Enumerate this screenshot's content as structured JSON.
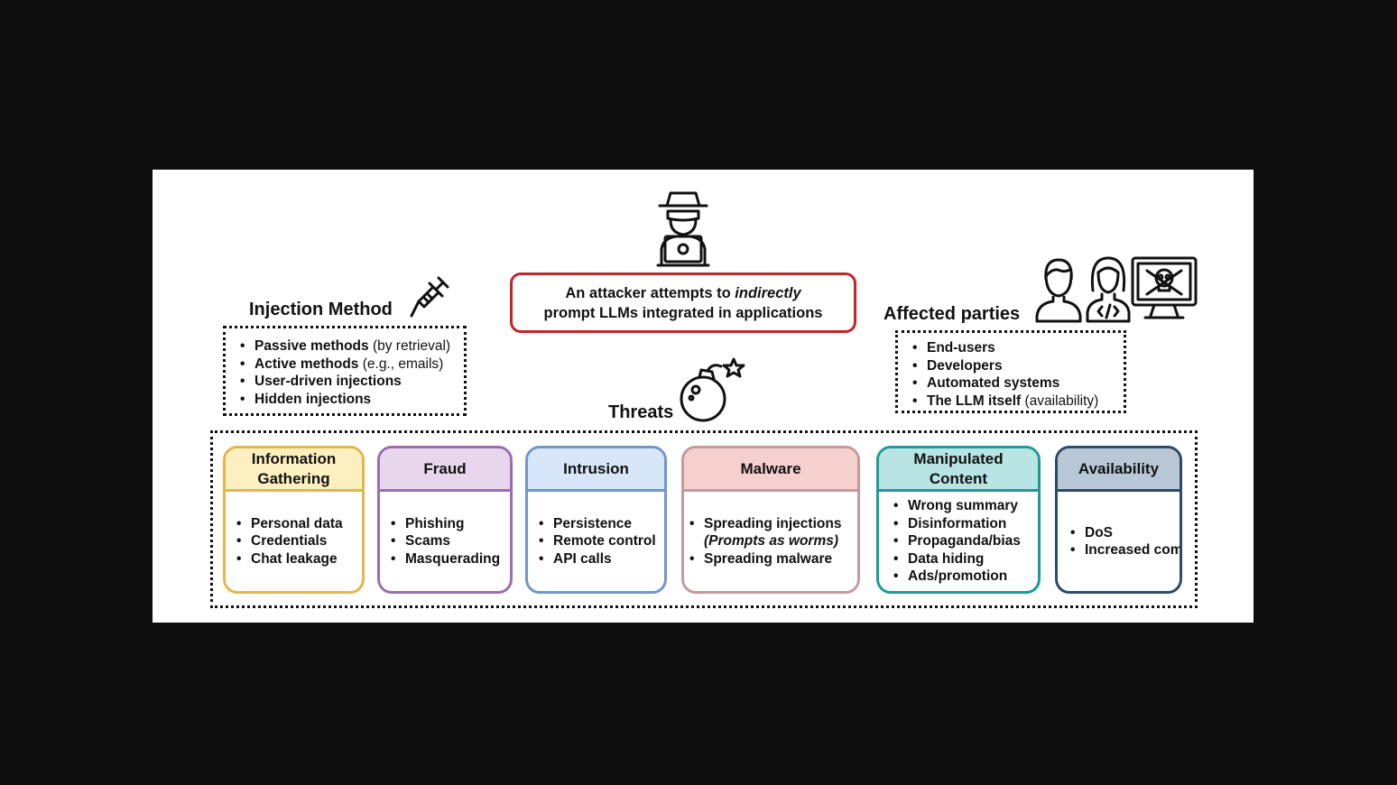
{
  "attacker": {
    "line1_prefix": "An attacker attempts to ",
    "line1_emph": "indirectly",
    "line2": "prompt LLMs integrated in applications",
    "icon": "hacker-laptop-icon",
    "border_color": "#c0262c"
  },
  "injection": {
    "title": "Injection Method",
    "icon": "syringe-icon",
    "items": [
      {
        "bold": "Passive methods",
        "light": " (by retrieval)"
      },
      {
        "bold": "Active methods",
        "light": " (e.g., emails)"
      },
      {
        "bold": "User-driven injections",
        "light": ""
      },
      {
        "bold": "Hidden injections",
        "light": ""
      }
    ]
  },
  "affected": {
    "title": "Affected parties",
    "icons": [
      "user-icon",
      "developer-icon",
      "compromised-computer-icon"
    ],
    "items": [
      {
        "bold": "End-users",
        "light": ""
      },
      {
        "bold": "Developers",
        "light": ""
      },
      {
        "bold": "Automated systems",
        "light": ""
      },
      {
        "bold": "The LLM itself",
        "light": " (availability)"
      }
    ]
  },
  "threats": {
    "title": "Threats",
    "icon": "bomb-icon",
    "categories": [
      {
        "title": "Information Gathering",
        "border": "#e0b84a",
        "fill": "#fdf0c0",
        "items": [
          "Personal data",
          "Credentials",
          "Chat leakage"
        ]
      },
      {
        "title": "Fraud",
        "border": "#9a6fb0",
        "fill": "#e7d6ec",
        "items": [
          "Phishing",
          "Scams",
          "Masquerading"
        ]
      },
      {
        "title": "Intrusion",
        "border": "#6f97cc",
        "fill": "#d7e6f8",
        "items": [
          "Persistence",
          "Remote control",
          "API calls"
        ]
      },
      {
        "title": "Malware",
        "border": "#c79a9a",
        "fill": "#f6cfcf",
        "items": [
          "Spreading injections",
          "(Prompts as worms)",
          "Spreading malware"
        ]
      },
      {
        "title": "Manipulated Content",
        "border": "#1e9a9a",
        "fill": "#b8e4e4",
        "items": [
          "Wrong summary",
          "Disinformation",
          "Propaganda/bias",
          "Data hiding",
          "Ads/promotion"
        ]
      },
      {
        "title": "Availability",
        "border": "#2e4a66",
        "fill": "#b8c8d6",
        "items": [
          "DoS",
          "Increased computation"
        ]
      }
    ]
  }
}
